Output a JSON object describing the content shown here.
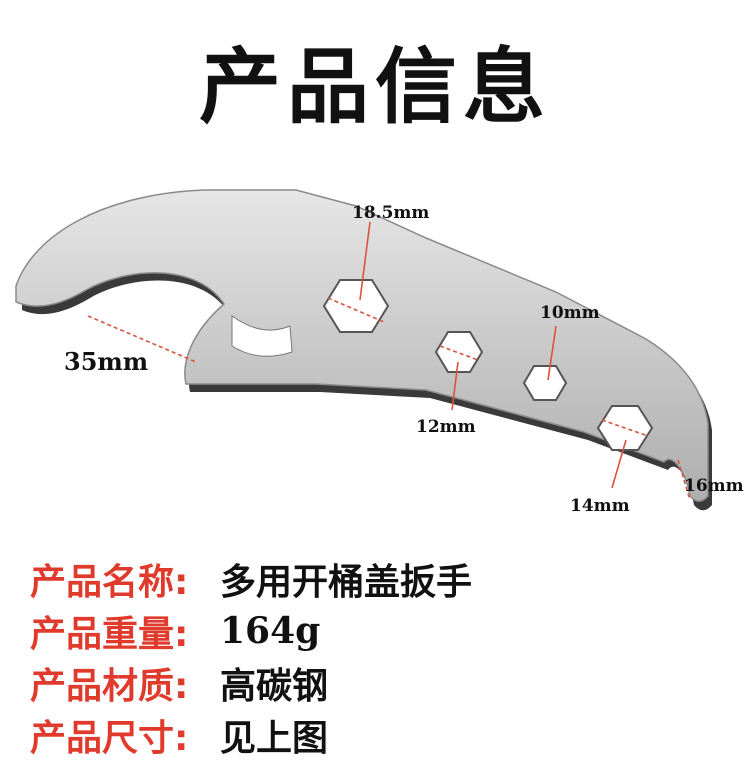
{
  "header": {
    "title": "产品信息"
  },
  "dimensions": {
    "d1": "18.5mm",
    "d2": "10mm",
    "d3": "35mm",
    "d4": "12mm",
    "d5": "14mm",
    "d6": "16mm"
  },
  "info": {
    "rows": [
      {
        "key": "产品名称:",
        "value": "多用开桶盖扳手"
      },
      {
        "key": "产品重量:",
        "value": "164g"
      },
      {
        "key": "产品材质:",
        "value": "高碳钢"
      },
      {
        "key": "产品尺寸:",
        "value": "见上图"
      }
    ]
  },
  "colors": {
    "accent": "#e03a2c",
    "text": "#111111",
    "steel": "#c8c8c8"
  }
}
